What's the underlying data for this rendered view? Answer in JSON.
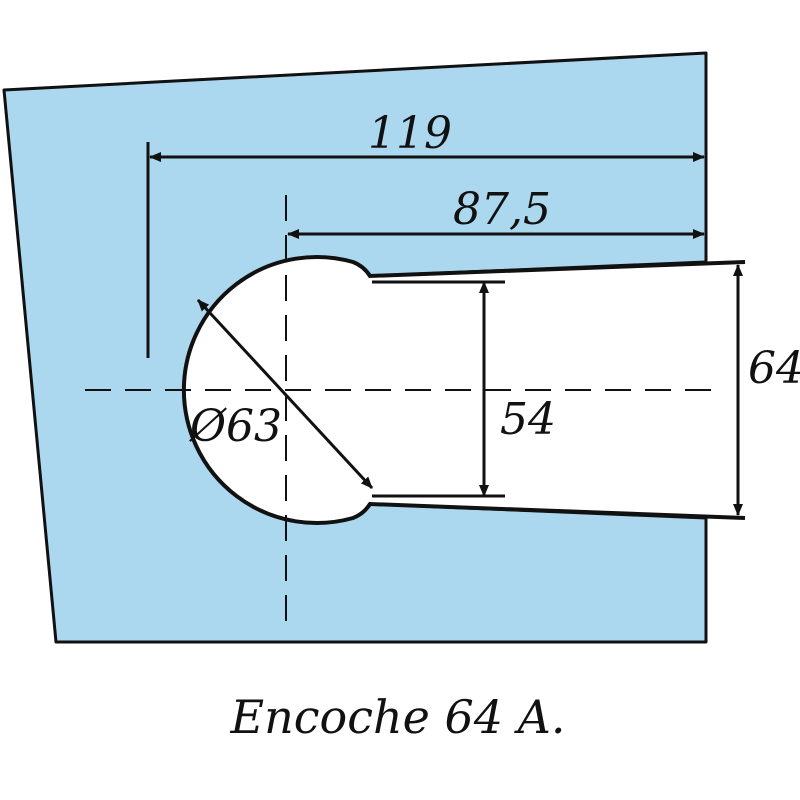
{
  "diagram": {
    "caption": "Encoche 64 A.",
    "dimensions": {
      "overall_width": "119",
      "center_to_edge": "87,5",
      "inner_opening": "54",
      "outer_opening": "64",
      "hole_diameter": "Ø63"
    },
    "colors": {
      "glass_fill": "#acd8ef",
      "outline": "#111111",
      "background": "#ffffff"
    }
  }
}
